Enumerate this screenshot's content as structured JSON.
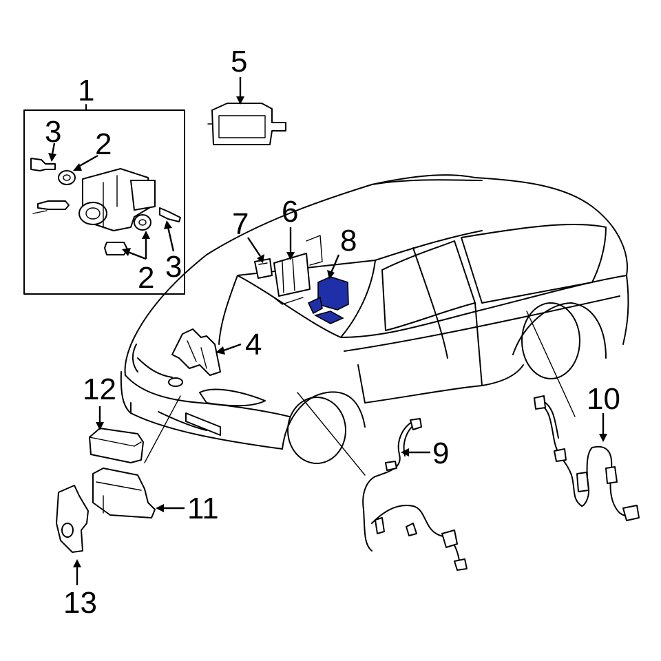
{
  "callouts": {
    "c1": "1",
    "c2a": "2",
    "c2b": "2",
    "c3a": "3",
    "c3b": "3",
    "c4": "4",
    "c5": "5",
    "c6": "6",
    "c7": "7",
    "c8": "8",
    "c9": "9",
    "c10": "10",
    "c11": "11",
    "c12": "12",
    "c13": "13"
  },
  "colors": {
    "highlight": "#1f2fa8",
    "line": "#000000",
    "background": "#ffffff"
  }
}
